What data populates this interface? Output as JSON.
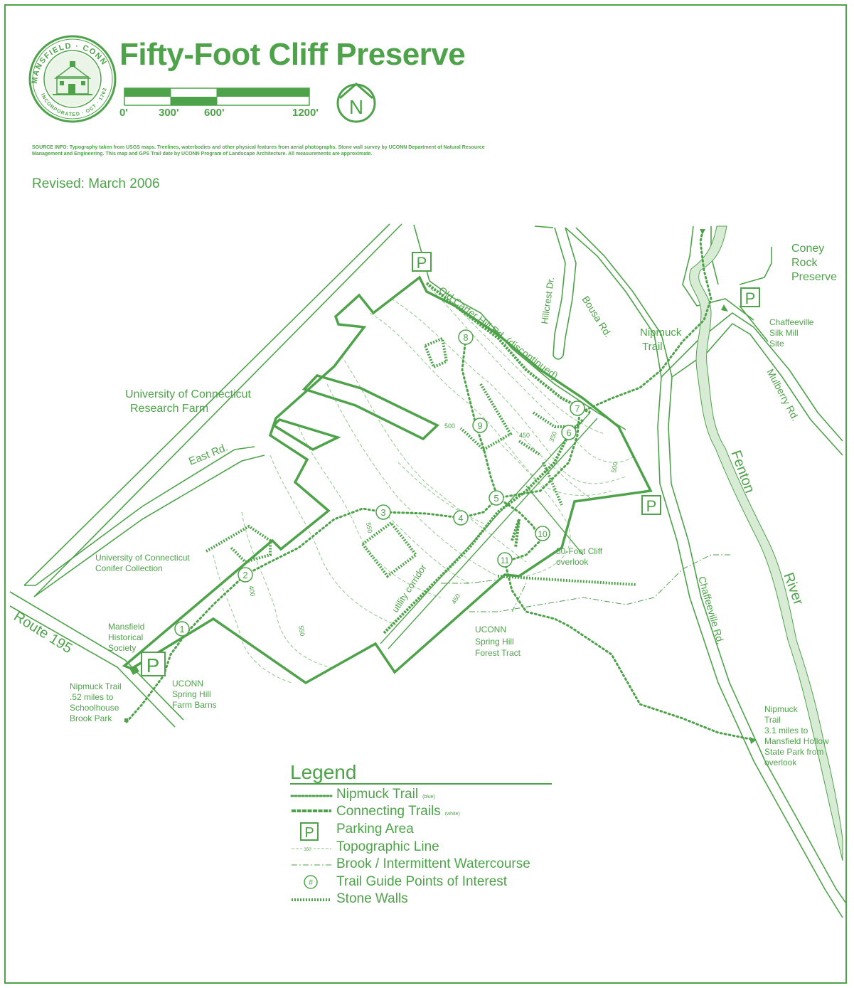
{
  "header": {
    "title": "Fifty-Foot Cliff Preserve",
    "seal_text": "MANSFIELD CONN · INCORPORATED · OCT · 1702",
    "source_info": "SOURCE INFO: Typography taken from USGS maps. Treelines, waterbodies and other physical features from aerial photographs. Stone wall survey by UCONN Department of Natural Resource Management and Engineering. This map and GPS Trail date by UCONN Program of Landscape Architecture. All measurements are approximate.",
    "revised": "Revised: March 2006",
    "north_label": "N"
  },
  "scale_bar": {
    "labels": [
      "0'",
      "300'",
      "600'",
      "1200'"
    ]
  },
  "map": {
    "labels": {
      "uconn_research_farm_1": "University of Connecticut",
      "uconn_research_farm_2": "Research Farm",
      "east_rd": "East Rd.",
      "conifer_1": "University of Connecticut",
      "conifer_2": "Conifer Collection",
      "route_195": "Route 195",
      "mhs_1": "Mansfield",
      "mhs_2": "Historical",
      "mhs_3": "Society",
      "nip_west_1": "Nipmuck Trail",
      "nip_west_2": ".52 miles to",
      "nip_west_3": "Schoolhouse",
      "nip_west_4": "Brook Park",
      "barns_1": "UCONN",
      "barns_2": "Spring Hill",
      "barns_3": "Farm Barns",
      "old_carter": "Old Carter Hill Rd. (discontinued)",
      "hillcrest": "Hillcrest Dr.",
      "bousa": "Bousa Rd.",
      "nip_north_1": "Nipmuck",
      "nip_north_2": "Trail",
      "coney_1": "Coney",
      "coney_2": "Rock",
      "coney_3": "Preserve",
      "silk_1": "Chaffeeville",
      "silk_2": "Silk Mill",
      "silk_3": "Site",
      "mulberry": "Mulberry Rd.",
      "fenton": "Fenton",
      "river": "River",
      "chaffeeville_rd": "Chaffeeville Rd.",
      "utility": "utility corridor",
      "overlook_1": "50-Foot Cliff",
      "overlook_2": "overlook",
      "forest_1": "UCONN",
      "forest_2": "Spring Hill",
      "forest_3": "Forest Tract",
      "nip_east_1": "Nipmuck",
      "nip_east_2": "Trail",
      "nip_east_3": "3.1 miles to",
      "nip_east_4": "Mansfield Hollow",
      "nip_east_5": "State Park from",
      "nip_east_6": "overlook",
      "topo_350": "350",
      "topo_400": "400",
      "topo_450": "450",
      "topo_500": "500",
      "topo_550": "550",
      "topo_550b": "550",
      "topo_500b": "500",
      "topo_450b": "450"
    },
    "parking_label": "P",
    "poi": [
      "1",
      "2",
      "3",
      "4",
      "5",
      "6",
      "7",
      "8",
      "9",
      "10",
      "11"
    ]
  },
  "legend": {
    "title": "Legend",
    "items": [
      {
        "label": "Nipmuck Trail",
        "note": "(blue)"
      },
      {
        "label": "Connecting Trails",
        "note": "(white)"
      },
      {
        "label": "Parking Area",
        "note": ""
      },
      {
        "label": "Topographic Line",
        "note": ""
      },
      {
        "label": "Brook / Intermittent Watercourse",
        "note": ""
      },
      {
        "label": "Trail Guide Points of Interest",
        "note": ""
      },
      {
        "label": "Stone Walls",
        "note": ""
      }
    ],
    "parking_symbol": "P",
    "poi_symbol": "#",
    "topo_symbol": "350'"
  },
  "colors": {
    "primary": "#4ea34a",
    "light": "#8fc98b",
    "river_fill": "#d8ecd5"
  }
}
